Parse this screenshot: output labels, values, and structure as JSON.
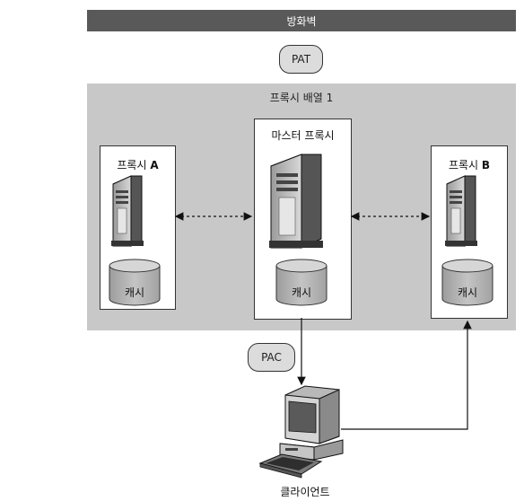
{
  "firewall": {
    "label": "방화벽"
  },
  "pat": {
    "label": "PAT"
  },
  "pac": {
    "label": "PAC"
  },
  "proxy_array": {
    "title": "프록시 배열 1",
    "proxy_a": {
      "label": "프록시",
      "suffix": "A",
      "cache": "캐시"
    },
    "master_proxy": {
      "label": "마스터 프록시",
      "cache": "캐시"
    },
    "proxy_b": {
      "label": "프록시",
      "suffix": "B",
      "cache": "캐시"
    }
  },
  "client": {
    "label": "클라이언트"
  },
  "colors": {
    "firewall_bar": "#595959",
    "array_bg": "#c8c8c8",
    "pill_bg": "#dcdcdc"
  }
}
